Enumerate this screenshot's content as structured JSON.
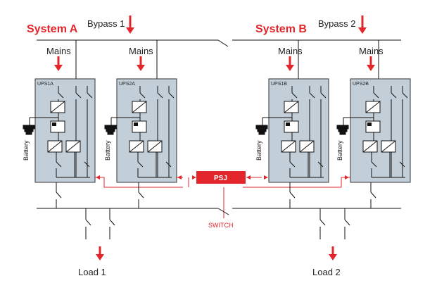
{
  "colors": {
    "accent_red": "#e3262b",
    "ups_fill": "#c3cfd8",
    "ups_stroke": "#333333",
    "line": "#111111"
  },
  "systems": {
    "a_label": "System A",
    "b_label": "System B"
  },
  "bypass": {
    "b1": "Bypass 1",
    "b2": "Bypass 2"
  },
  "mains_label": "Mains",
  "battery_label": "Battery",
  "ups_units": [
    {
      "label": "UPS1A"
    },
    {
      "label": "UPS2A"
    },
    {
      "label": "UPS1B"
    },
    {
      "label": "UPS2B"
    }
  ],
  "psj_label": "PSJ",
  "switch_label": "SWITCH",
  "loads": {
    "l1": "Load 1",
    "l2": "Load 2"
  },
  "icons": [
    "down-arrow-icon",
    "battery-icon",
    "rectifier-icon",
    "inverter-icon",
    "breaker-switch-icon"
  ]
}
